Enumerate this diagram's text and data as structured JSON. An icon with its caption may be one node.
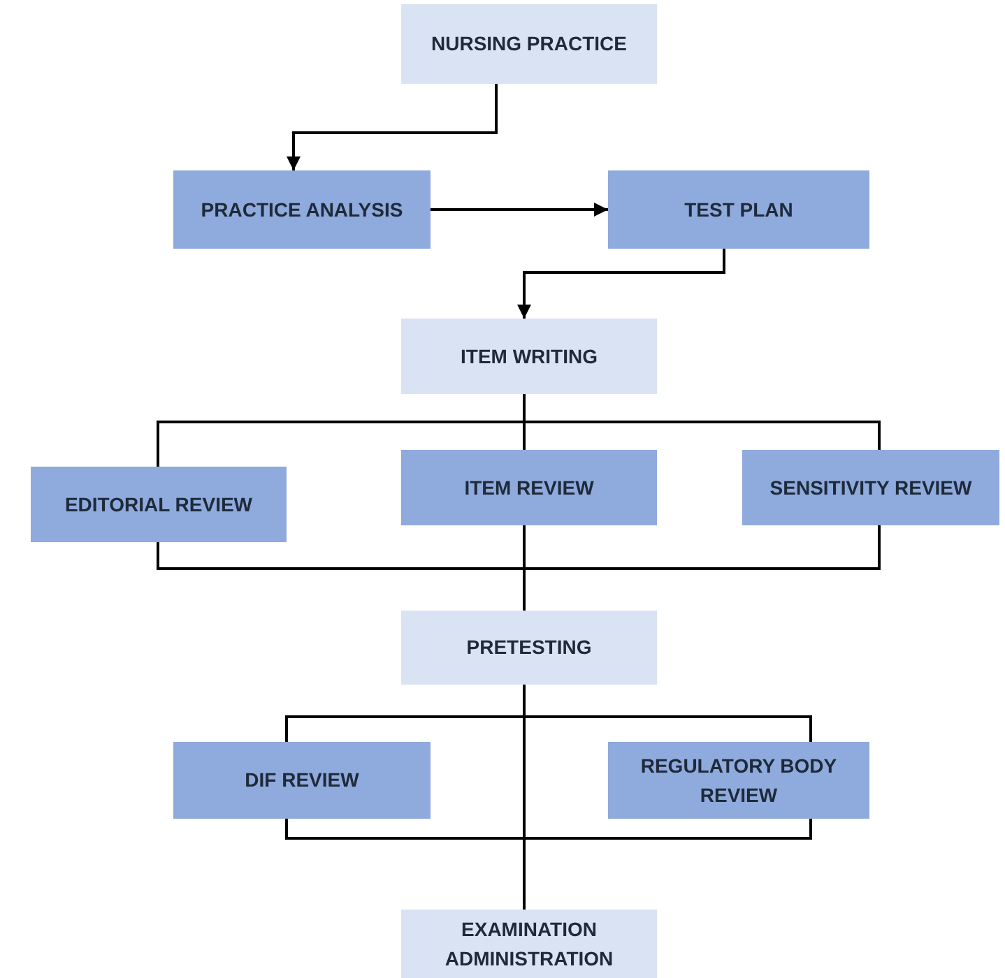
{
  "diagram": {
    "nodes": [
      {
        "text": [
          "NURSING PRACTICE"
        ]
      },
      {
        "text": [
          "PRACTICE ANALYSIS"
        ]
      },
      {
        "text": [
          "TEST PLAN"
        ]
      },
      {
        "text": [
          "ITEM WRITING"
        ]
      },
      {
        "text": [
          "EDITORIAL REVIEW"
        ]
      },
      {
        "text": [
          "ITEM REVIEW"
        ]
      },
      {
        "text": [
          "SENSITIVITY REVIEW"
        ]
      },
      {
        "text": [
          "PRETESTING"
        ]
      },
      {
        "text": [
          "DIF REVIEW"
        ]
      },
      {
        "text": [
          "REGULATORY BODY REVIEW"
        ]
      },
      {
        "text": [
          "EXAMINATION ADMINISTRATION"
        ]
      }
    ],
    "edges": [
      {
        "from": 0,
        "to": 1,
        "arrow": "to"
      },
      {
        "from": 1,
        "to": 2,
        "arrow": "to"
      },
      {
        "from": 2,
        "to": 3,
        "arrow": "to"
      },
      {
        "from": 3,
        "to": 4,
        "arrow": "none"
      },
      {
        "from": 3,
        "to": 5,
        "arrow": "none"
      },
      {
        "from": 3,
        "to": 6,
        "arrow": "none"
      },
      {
        "from": 4,
        "to": 7,
        "arrow": "none"
      },
      {
        "from": 5,
        "to": 7,
        "arrow": "none"
      },
      {
        "from": 6,
        "to": 7,
        "arrow": "none"
      },
      {
        "from": 7,
        "to": 8,
        "arrow": "none"
      },
      {
        "from": 7,
        "to": 9,
        "arrow": "none"
      },
      {
        "from": 7,
        "to": 10,
        "arrow": "none"
      },
      {
        "from": 8,
        "to": 10,
        "arrow": "none"
      },
      {
        "from": 9,
        "to": 10,
        "arrow": "none"
      }
    ]
  }
}
